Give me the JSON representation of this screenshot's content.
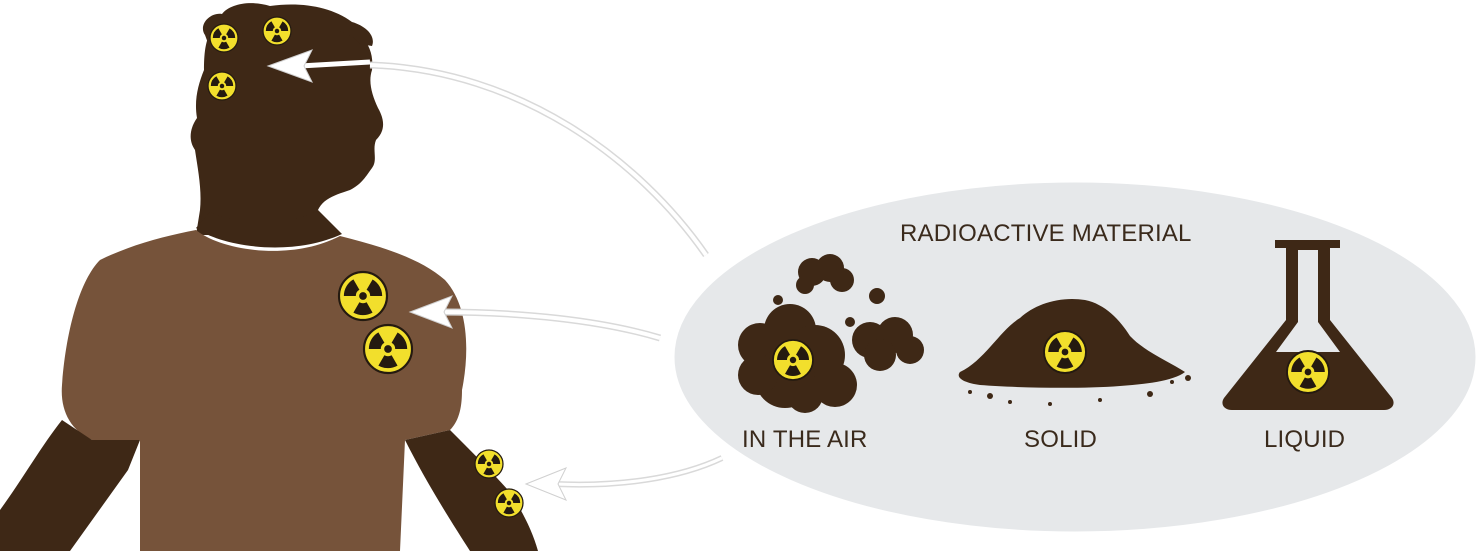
{
  "diagram": {
    "title": "RADIOACTIVE MATERIAL",
    "forms": [
      {
        "label": "IN THE AIR",
        "icon": "cloud-icon"
      },
      {
        "label": "SOLID",
        "icon": "soil-pile-icon"
      },
      {
        "label": "LIQUID",
        "icon": "flask-icon"
      }
    ],
    "exposure_targets": [
      "head",
      "shoulder",
      "arm"
    ]
  },
  "colors": {
    "skin": "#3e2816",
    "shirt": "#76533a",
    "hazard_yellow": "#f2df2c",
    "hazard_black": "#241a10",
    "ellipse_fill": "#e6e8ea",
    "arrow": "#ffffff"
  }
}
